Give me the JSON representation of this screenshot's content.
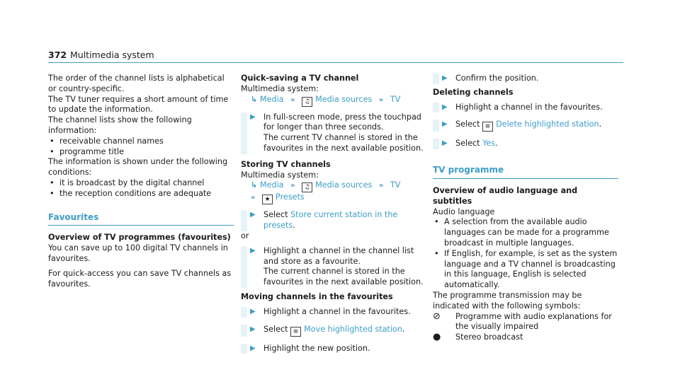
{
  "header": {
    "page_number": "372",
    "section_title": "Multimedia system"
  },
  "left": {
    "p1": "The order of the channel lists is alphabetical or country-specific.",
    "p2": "The TV tuner requires a short amount of time to update the information.",
    "p3": "The channel lists show the following information:",
    "list1": [
      "receivable channel names",
      "programme title"
    ],
    "p4": "The information is shown under the following conditions:",
    "list2": [
      "it is broadcast by the digital channel",
      "the reception conditions are adequate"
    ],
    "favourites_heading": "Favourites",
    "overview_heading": "Overview of TV programmes (favourites)",
    "p5": "You can save up to 100 digital TV channels in favourites.",
    "p6": "For quick-access you can save TV channels as favourites."
  },
  "middle": {
    "quick_heading": "Quick-saving a TV channel",
    "ms_label": "Multimedia system:",
    "path1": {
      "media": "Media",
      "sources": "Media sources",
      "tv": "TV"
    },
    "step1": "In full-screen mode, press the touchpad for longer than three seconds.",
    "step1b": "The current TV channel is stored in the favourites in the next available position.",
    "storing_heading": "Storing TV channels",
    "ms_label2": "Multimedia system:",
    "path2": {
      "media": "Media",
      "sources": "Media sources",
      "tv": "TV",
      "presets": "Presets"
    },
    "step2_prefix": "Select ",
    "step2_link": "Store current station in the presets",
    "step2_suffix": ".",
    "or": "or",
    "step3": "Highlight a channel in the channel list and store as a favourite.",
    "step3b": "The current channel is stored in the favourites in the next available position.",
    "moving_heading": "Moving channels in the favourites",
    "step4": "Highlight a channel in the favourites.",
    "step5_prefix": "Select ",
    "step5_link": "Move highlighted station",
    "step5_suffix": ".",
    "step6": "Highlight the new position."
  },
  "right": {
    "step1": "Confirm the position.",
    "deleting_heading": "Deleting channels",
    "step2": "Highlight a channel in the favourites.",
    "step3_prefix": "Select ",
    "step3_link": "Delete highlighted station",
    "step3_suffix": ".",
    "step4_prefix": "Select ",
    "step4_link": "Yes",
    "step4_suffix": ".",
    "tv_programme_heading": "TV programme",
    "overview_audio_heading": "Overview of audio language and subtitles",
    "audio_language": "Audio language",
    "bullets": [
      "A selection from the available audio languages can be made for a programme broadcast in multiple languages.",
      "If English, for example, is set as the system language and a TV channel is broadcasting in this language, English is selected automatically."
    ],
    "p_transmission": "The programme transmission may be indicated with the following symbols:",
    "sym1": "Programme with audio explanations for the visually impaired",
    "sym2": "Stereo broadcast"
  },
  "icons": {
    "bullet": "•",
    "play": "▶",
    "path_arrow": "↳",
    "separator": "»",
    "media_sources_icon": "speaker-icon",
    "presets_icon": "star-icon",
    "menu_icon": "list-menu-icon",
    "audio_desc_icon": "audio-description-icon",
    "stereo_icon": "stereo-icon"
  },
  "colors": {
    "accent": "#3d9ec7",
    "step_stripe": "#e6f3f8",
    "text": "#1c1c1c"
  }
}
